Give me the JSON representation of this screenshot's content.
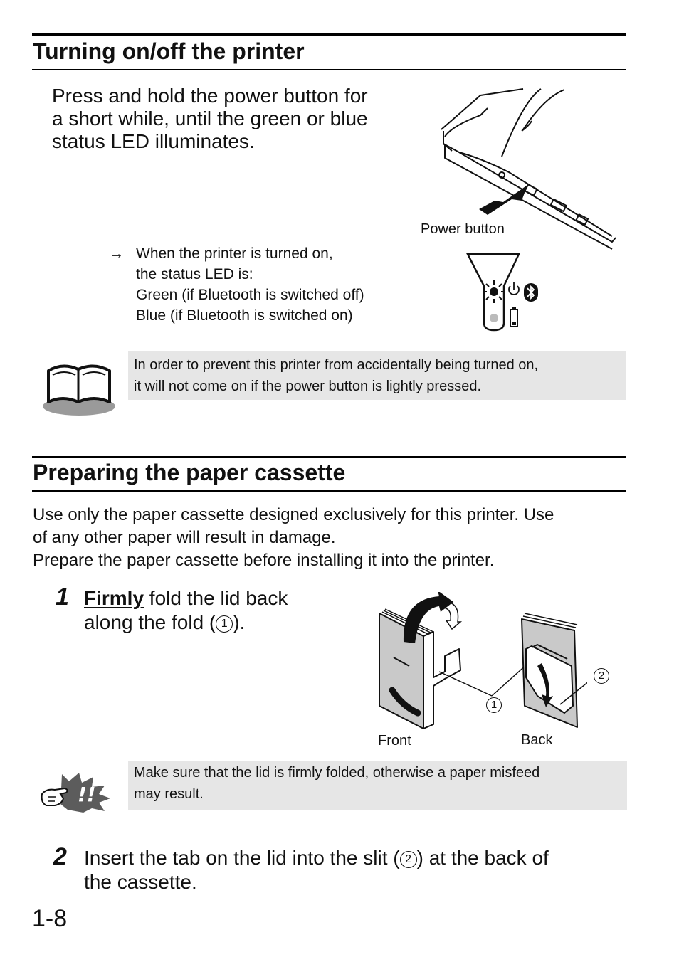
{
  "section1": {
    "title": "Turning on/off the printer",
    "intro_lines": [
      "Press and hold the power button for",
      "a short while, until the green or blue",
      "status LED illuminates."
    ],
    "figure_label": "Power button",
    "arrow_symbol": "→",
    "result_lines": [
      "When the printer is turned on,",
      "the status LED is:",
      "Green (if Bluetooth is switched off)",
      "Blue (if Bluetooth is switched on)"
    ],
    "note_lines": [
      "In order to prevent this printer from accidentally being turned on,",
      "it will not come on if the power button is lightly pressed."
    ]
  },
  "section2": {
    "title": "Preparing the paper cassette",
    "intro_lines": [
      "Use only the paper cassette designed exclusively for this printer. Use",
      "of any other paper will result in damage.",
      "Prepare the paper cassette before installing it into the printer."
    ],
    "step1": {
      "number": "1",
      "emphasis": "Firmly",
      "text_a": " fold the lid back",
      "text_b_before": "along the fold (",
      "marker": "1",
      "text_b_after": ")."
    },
    "figure": {
      "front_label": "Front",
      "back_label": "Back",
      "marker1": "1",
      "marker2": "2"
    },
    "caution_lines": [
      "Make sure that the lid is firmly folded, otherwise a paper misfeed",
      "may result."
    ],
    "step2": {
      "number": "2",
      "text_before": "Insert the tab on the lid into the slit (",
      "marker": "2",
      "text_after": ") at the back of",
      "line2": "the cassette."
    }
  },
  "page_number": "1-8",
  "icons": {
    "book": "book-icon",
    "caution": "caution-hand-icon",
    "power": "power-icon",
    "bluetooth": "bluetooth-icon",
    "battery": "battery-icon"
  },
  "colors": {
    "note_background": "#e6e6e6",
    "text": "#111111"
  }
}
